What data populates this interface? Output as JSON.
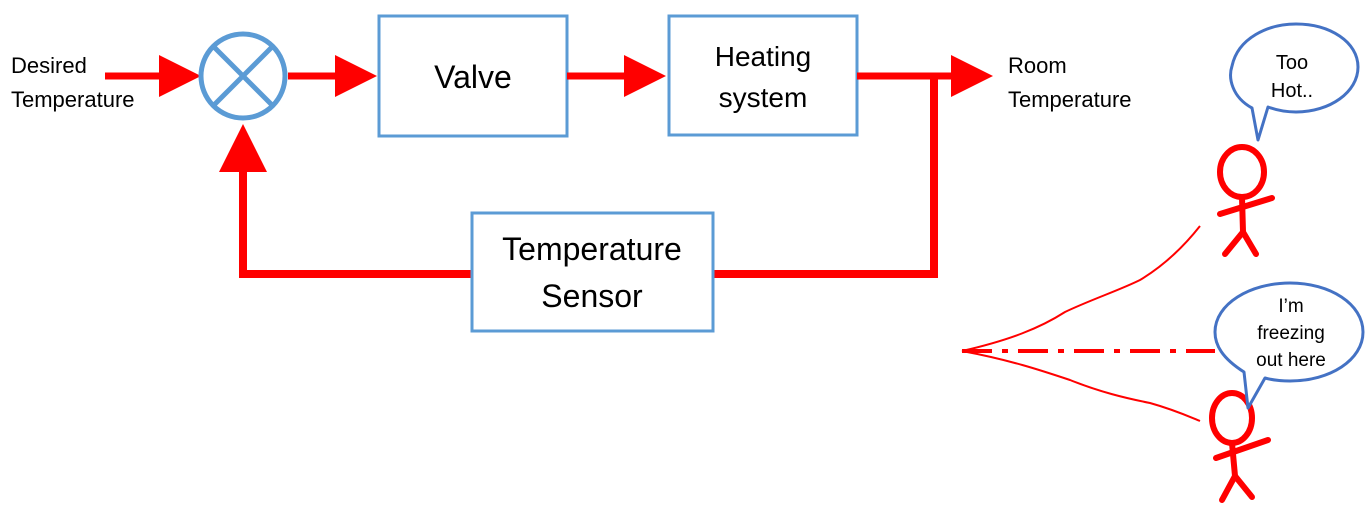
{
  "input_label": {
    "line1": "Desired",
    "line2": "Temperature"
  },
  "output_label": {
    "line1": "Room",
    "line2": "Temperature"
  },
  "blocks": {
    "valve": "Valve",
    "heating": {
      "line1": "Heating",
      "line2": "system"
    },
    "sensor": {
      "line1": "Temperature",
      "line2": "Sensor"
    }
  },
  "bubbles": {
    "top": {
      "line1": "Too",
      "line2": "Hot.."
    },
    "bottom": {
      "line1": "I’m",
      "line2": "freezing",
      "line3": "out here"
    }
  },
  "colors": {
    "signal_line": "#ff0000",
    "block_border": "#5b9bd5",
    "comparator": "#5b9bd5",
    "bubble_border": "#4472c4",
    "figure": "#ff0000"
  },
  "icons": {
    "comparator": "summing-junction-icon",
    "person_top": "stick-figure-icon",
    "person_bottom": "stick-figure-icon"
  }
}
